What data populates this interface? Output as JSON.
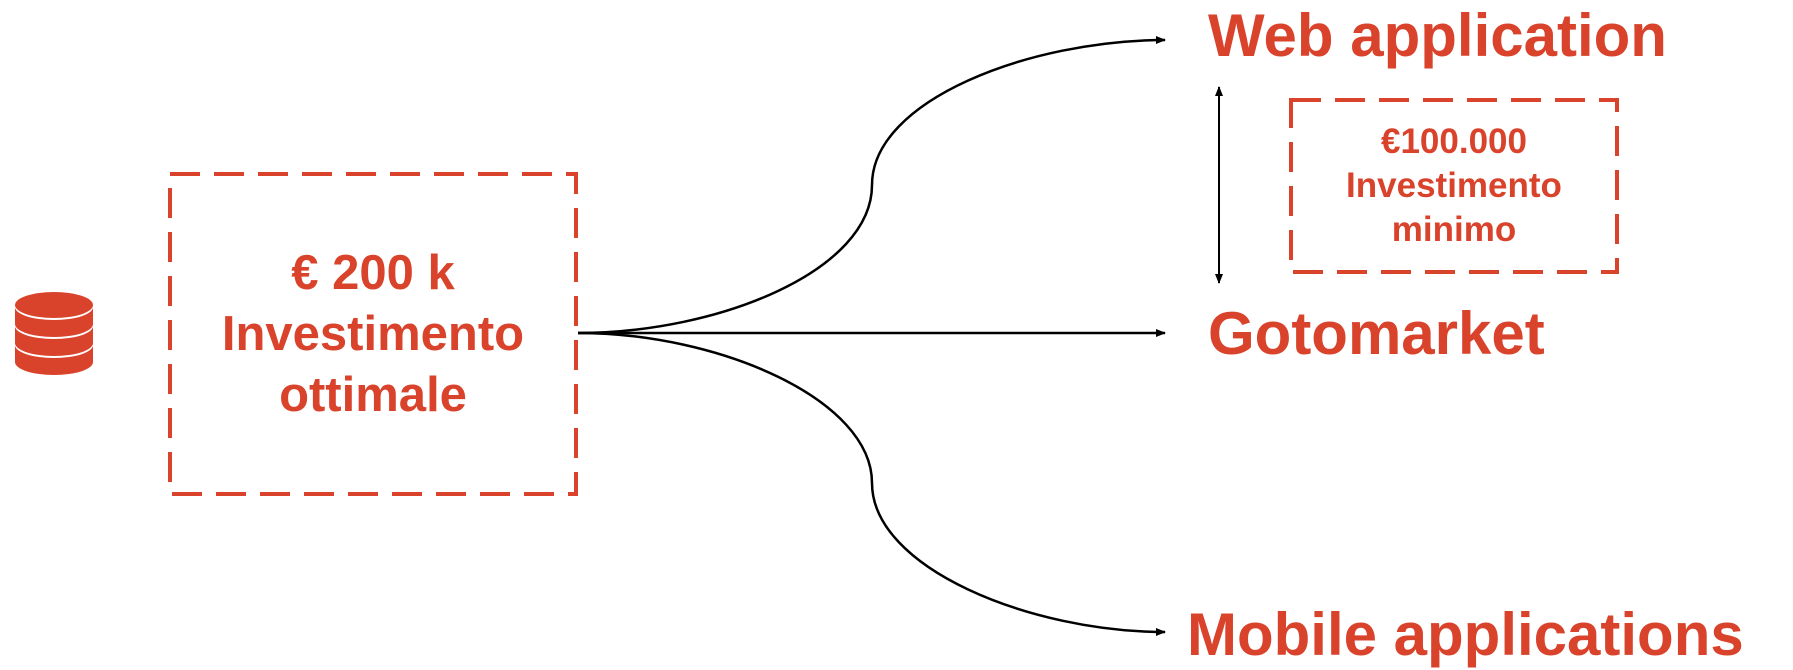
{
  "colors": {
    "accent": "#d9432c",
    "line": "#000000"
  },
  "source": {
    "icon": "database-icon",
    "amount": "€ 200 k",
    "line1": "Investimento",
    "line2": "ottimale"
  },
  "minimum": {
    "amount": "€100.000",
    "line1": "Investimento",
    "line2": "minimo"
  },
  "targets": {
    "web": "Web application",
    "gotomarket": "Gotomarket",
    "mobile": "Mobile applications"
  }
}
